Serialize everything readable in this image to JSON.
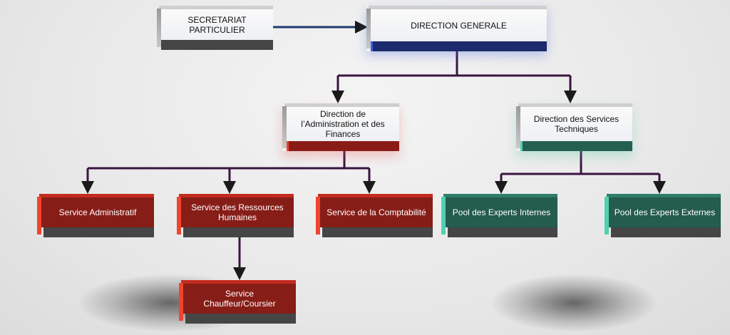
{
  "nodes": {
    "secretariat": "SECRETARIAT PARTICULIER",
    "direction_generale": "DIRECTION GENERALE",
    "daf": "Direction de l’Administration et des Finances",
    "dst": "Direction des Services Techniques",
    "service_administratif": "Service Administratif",
    "service_rh": "Service des Ressources Humaines",
    "service_comptabilite": "Service de la Comptabilité",
    "service_chauffeur": "Service Chauffeur/Coursier",
    "pool_internes": "Pool des Experts Internes",
    "pool_externes": "Pool des Experts Externes"
  },
  "colors": {
    "dg_bar": "#1c2a6e",
    "red_bar": "#8a1c17",
    "teal_bar": "#236050",
    "connector": "#2a0f2e"
  }
}
